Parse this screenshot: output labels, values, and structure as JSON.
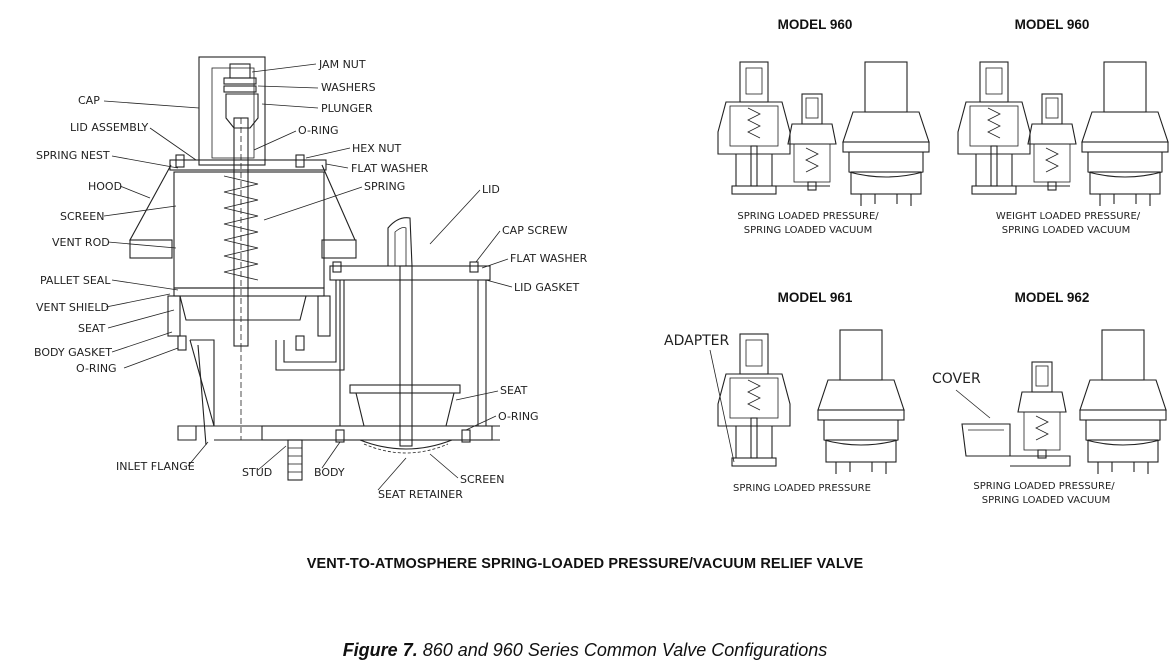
{
  "main_labels": {
    "jam_nut": "JAM NUT",
    "washers": "WASHERS",
    "cap": "CAP",
    "plunger": "PLUNGER",
    "lid_assembly": "LID ASSEMBLY",
    "o_ring_top": "O-RING",
    "spring_nest": "SPRING NEST",
    "hex_nut": "HEX NUT",
    "flat_washer_top": "FLAT WASHER",
    "hood": "HOOD",
    "spring": "SPRING",
    "lid": "LID",
    "screen_left": "SCREEN",
    "cap_screw": "CAP SCREW",
    "vent_rod": "VENT ROD",
    "flat_washer_right": "FLAT WASHER",
    "pallet_seal": "PALLET SEAL",
    "lid_gasket": "LID GASKET",
    "vent_shield": "VENT SHIELD",
    "seat_left": "SEAT",
    "body_gasket": "BODY GASKET",
    "o_ring_left": "O-RING",
    "seat_right": "SEAT",
    "o_ring_right": "O-RING",
    "inlet_flange": "INLET FLANGE",
    "stud": "STUD",
    "body": "BODY",
    "screen_bottom": "SCREEN",
    "seat_retainer": "SEAT RETAINER"
  },
  "models": [
    {
      "title": "MODEL 960",
      "caption_l1": "SPRING LOADED PRESSURE/",
      "caption_l2": "SPRING LOADED VACUUM"
    },
    {
      "title": "MODEL 960",
      "caption_l1": "WEIGHT LOADED PRESSURE/",
      "caption_l2": "SPRING LOADED VACUUM"
    },
    {
      "title": "MODEL 961",
      "caption_l1": "SPRING LOADED PRESSURE",
      "caption_l2": "",
      "callout": "ADAPTER"
    },
    {
      "title": "MODEL 962",
      "caption_l1": "SPRING LOADED PRESSURE/",
      "caption_l2": "SPRING LOADED VACUUM",
      "callout": "COVER"
    }
  ],
  "diagram_title": "VENT-TO-ATMOSPHERE SPRING-LOADED PRESSURE/VACUUM RELIEF VALVE",
  "figure_caption": {
    "number": "Figure 7.",
    "text": "860 and 960 Series Common Valve Configurations"
  }
}
